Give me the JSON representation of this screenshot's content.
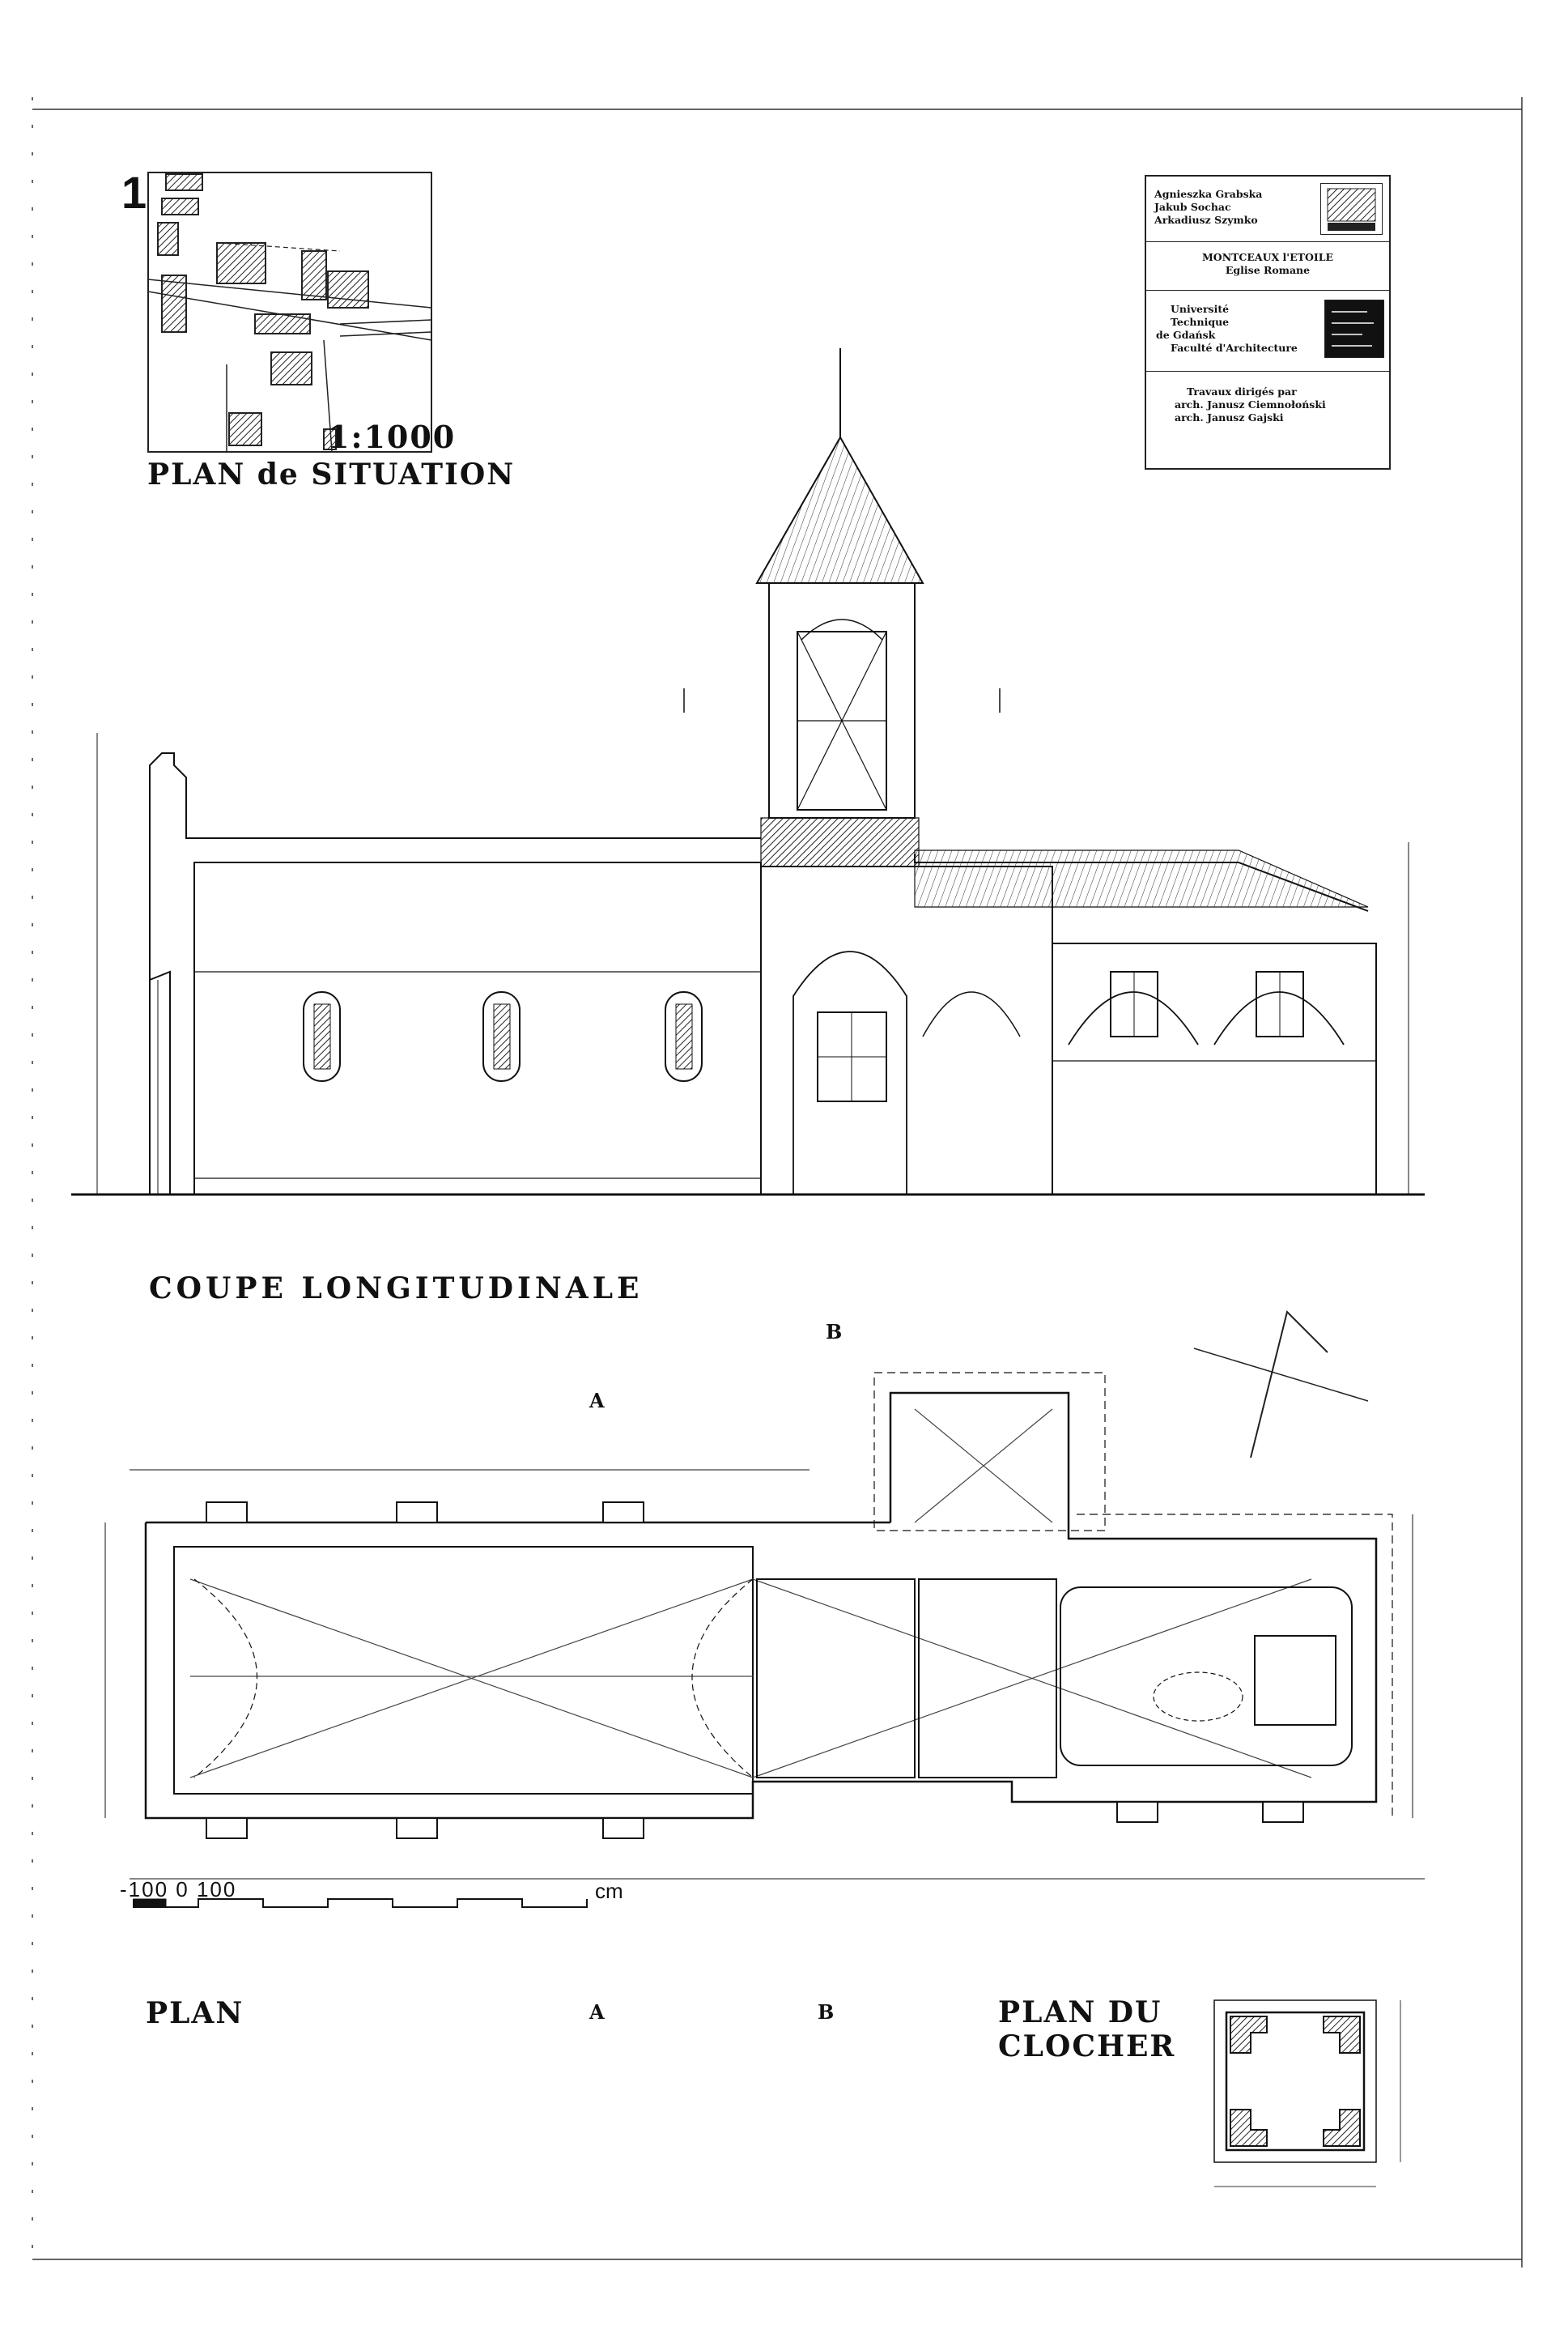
{
  "sheet_number": "1",
  "situation": {
    "title": "PLAN de SITUATION",
    "scale": "1:1000"
  },
  "cartouche": {
    "authors": [
      "Agnieszka Grabska",
      "Jakub Sochac",
      "Arkadiusz Szymko"
    ],
    "site": "MONTCEAUX l'ETOILE",
    "subject": "Eglise Romane",
    "university": [
      "Université",
      "Technique",
      "de Gdańsk",
      "Faculté d'Architecture"
    ],
    "supervision": [
      "Travaux dirigés par",
      "arch. Janusz Ciemnołoński",
      "arch. Janusz Gajski"
    ]
  },
  "coupe": {
    "title": "COUPE LONGITUDINALE"
  },
  "plan": {
    "title": "PLAN",
    "section_marks": [
      "A",
      "B"
    ]
  },
  "clocher": {
    "title_line1": "PLAN DU",
    "title_line2": "CLOCHER"
  },
  "scale_bar": {
    "label": "-100 0 100",
    "unit": "cm"
  }
}
